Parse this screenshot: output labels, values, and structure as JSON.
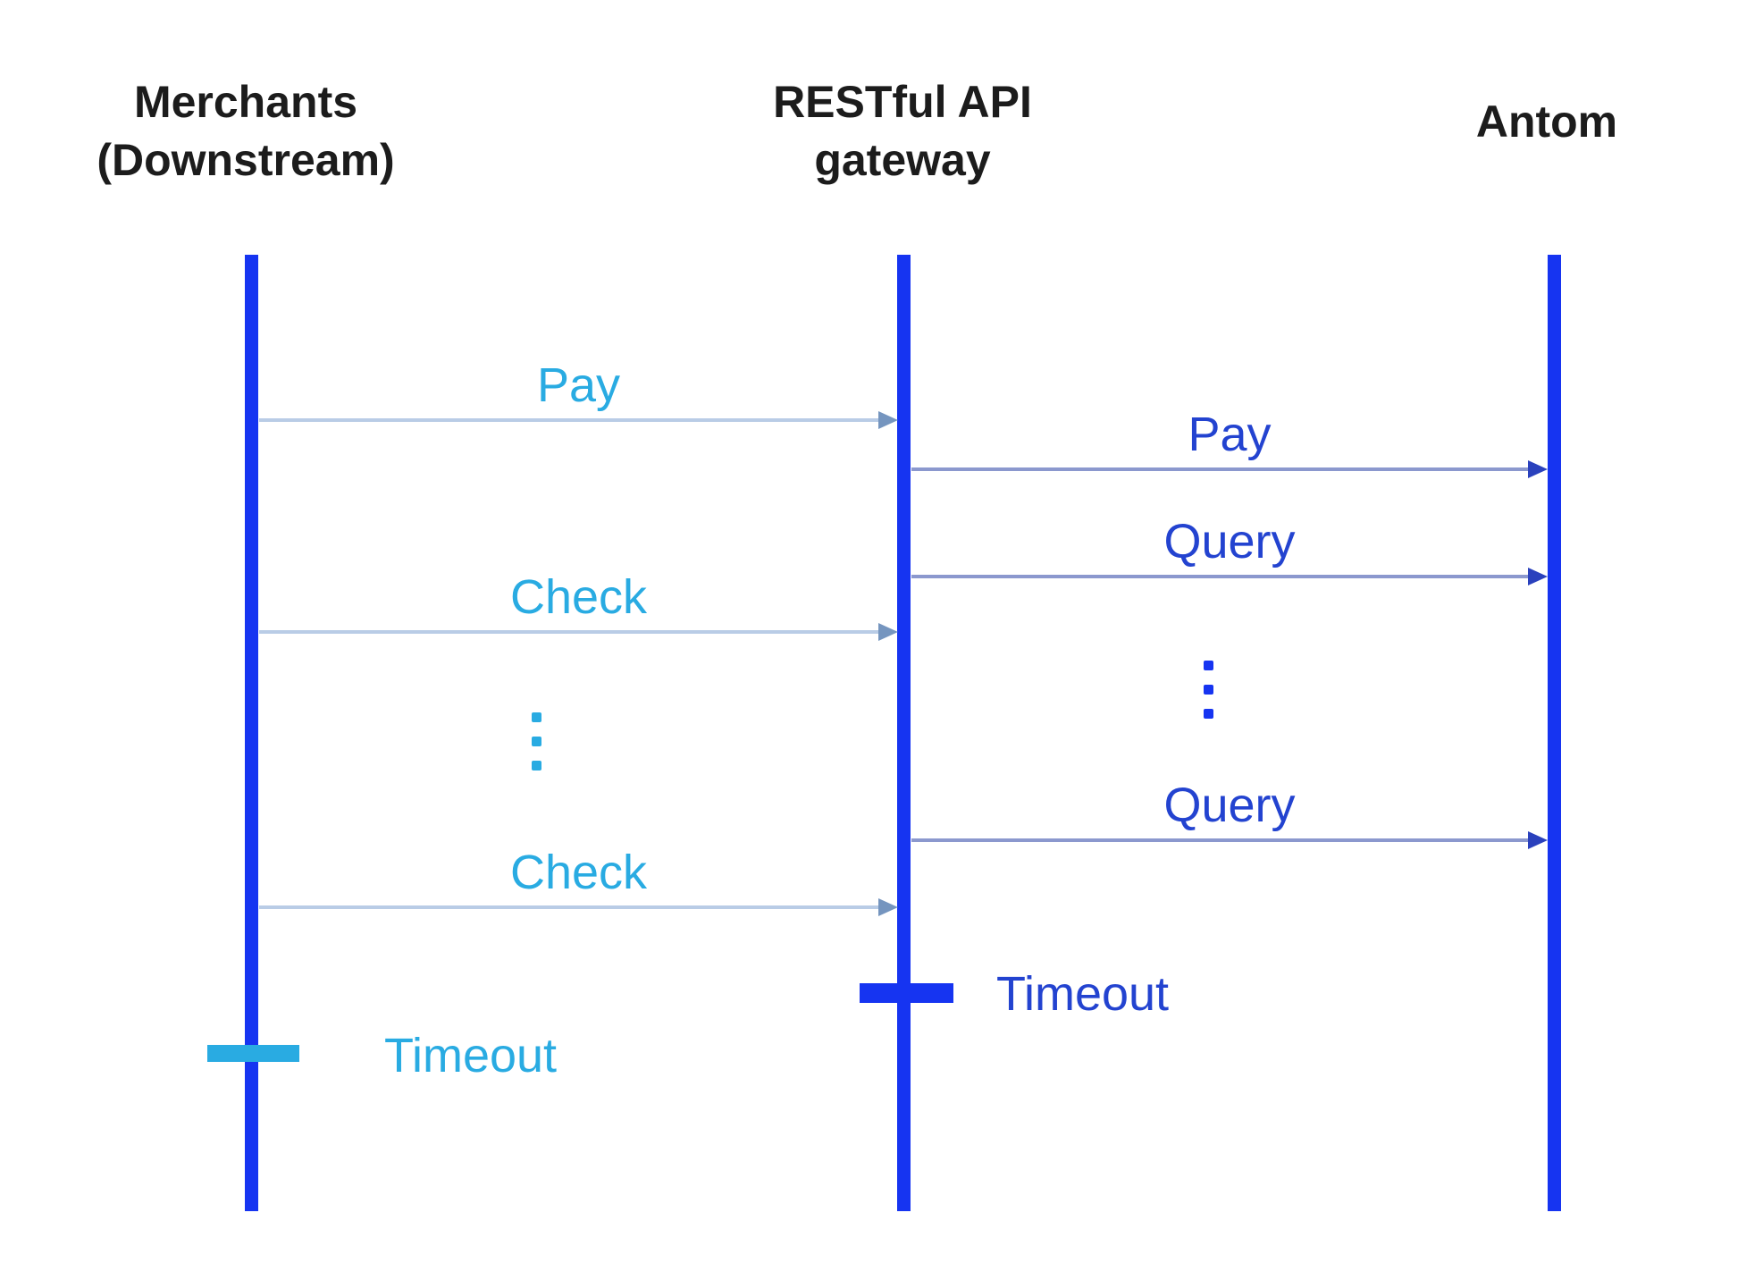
{
  "diagram": {
    "type": "sequence",
    "actors": [
      {
        "id": "merchants",
        "name": "Merchants\n(Downstream)"
      },
      {
        "id": "gateway",
        "name": "RESTful API\ngateway"
      },
      {
        "id": "antom",
        "name": "Antom"
      }
    ],
    "messages": [
      {
        "from": "merchants",
        "to": "gateway",
        "label": "Pay"
      },
      {
        "from": "gateway",
        "to": "antom",
        "label": "Pay"
      },
      {
        "from": "gateway",
        "to": "antom",
        "label": "Query"
      },
      {
        "from": "merchants",
        "to": "gateway",
        "label": "Check"
      },
      {
        "from": "gateway",
        "to": "antom",
        "label": "Query"
      },
      {
        "from": "merchants",
        "to": "gateway",
        "label": "Check"
      }
    ],
    "ellipsis": [
      {
        "between": "merchants-gateway",
        "style": "light"
      },
      {
        "between": "gateway-antom",
        "style": "dark"
      }
    ],
    "timeouts": [
      {
        "on": "gateway",
        "label": "Timeout",
        "style": "dark"
      },
      {
        "on": "merchants",
        "label": "Timeout",
        "style": "light"
      }
    ],
    "colors": {
      "lifeline": "#1634f1",
      "light_accent": "#29abe2",
      "dark_accent": "#2343d0",
      "left_arrow_line": "#b9cce6",
      "left_arrow_head": "#7595bf",
      "right_arrow_line": "#8b98ce",
      "right_arrow_head": "#2a41bd",
      "heading_text": "#1c1c1c"
    }
  }
}
